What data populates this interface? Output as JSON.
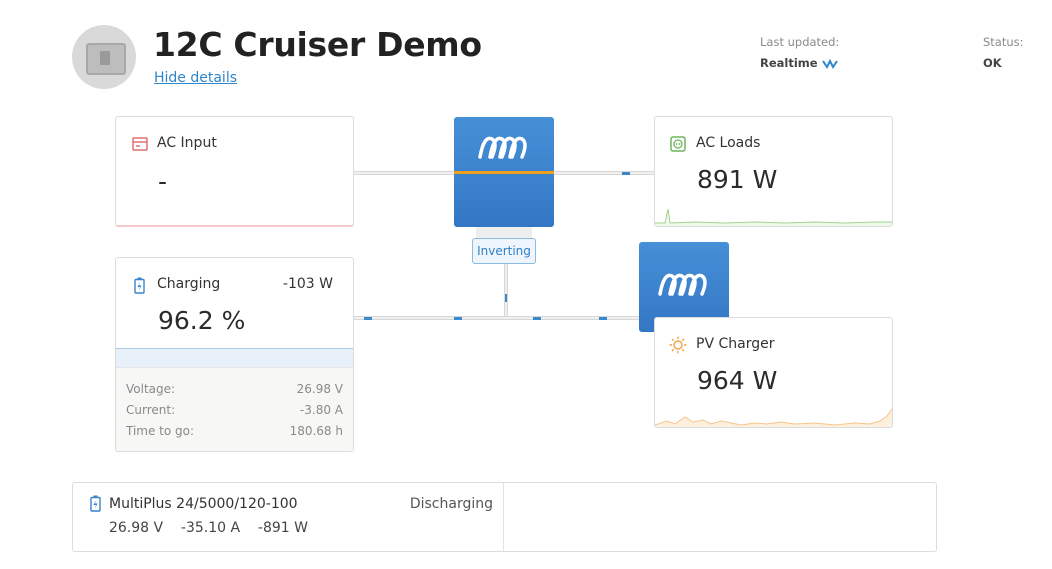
{
  "header": {
    "title": "12C Cruiser Demo",
    "hide_details": "Hide details",
    "last_updated_label": "Last updated:",
    "last_updated_value": "Realtime",
    "status_label": "Status:",
    "status_value": "OK"
  },
  "ac_input": {
    "label": "AC Input",
    "value": "-"
  },
  "ac_loads": {
    "label": "AC Loads",
    "value": "891 W"
  },
  "inverter": {
    "state": "Inverting"
  },
  "battery": {
    "label": "Charging",
    "power": "-103 W",
    "soc": "96.2 %",
    "soc_fraction": 0.962,
    "details": [
      {
        "label": "Voltage:",
        "value": "26.98 V"
      },
      {
        "label": "Current:",
        "value": "-3.80 A"
      },
      {
        "label": "Time to go:",
        "value": "180.68 h"
      }
    ]
  },
  "pv_charger": {
    "label": "PV Charger",
    "value": "964 W"
  },
  "device": {
    "name": "MultiPlus 24/5000/120-100",
    "state": "Discharging",
    "voltage": "26.98 V",
    "current": "-35.10 A",
    "power": "-891 W"
  },
  "colors": {
    "accent": "#2f86c9",
    "device_blue": "#3a82cc",
    "ac_input_red": "#e07070",
    "ac_loads_green": "#8fce7e",
    "pv_orange": "#f2a64a"
  },
  "icons": {
    "ac_input": "ac-input-icon",
    "ac_loads": "socket-icon",
    "battery": "battery-icon",
    "pv": "sun-icon",
    "device_logo": "victron-logo"
  }
}
